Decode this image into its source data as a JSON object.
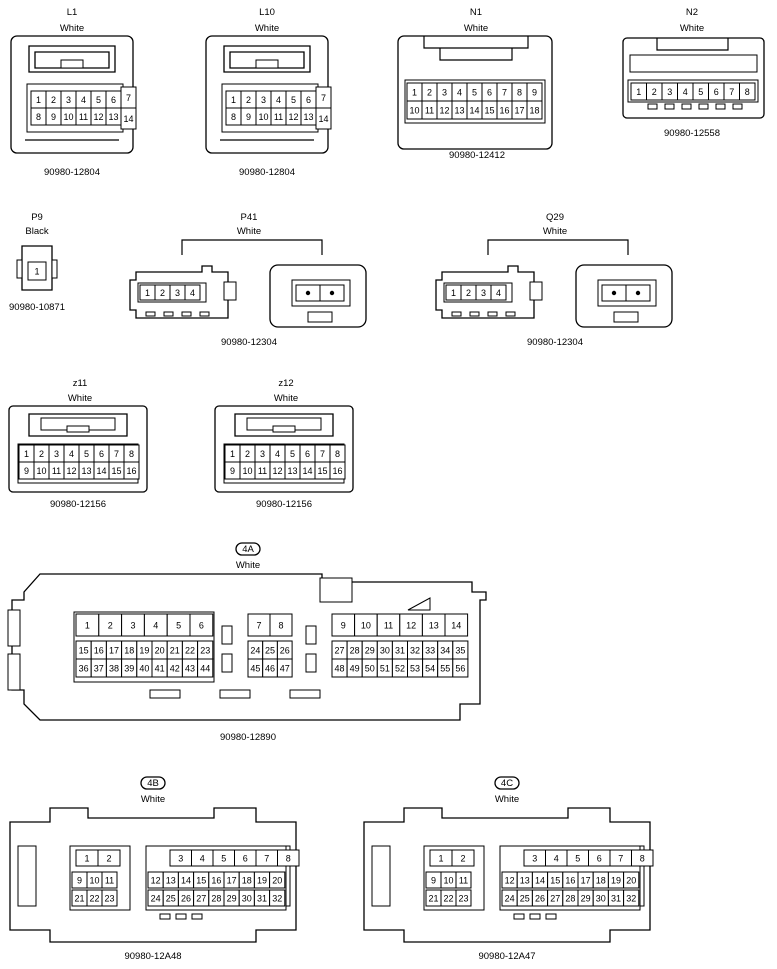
{
  "connectors": {
    "L1": {
      "name": "L1",
      "color": "White",
      "part": "90980-12804"
    },
    "L10": {
      "name": "L10",
      "color": "White",
      "part": "90980-12804"
    },
    "N1": {
      "name": "N1",
      "color": "White",
      "part": "90980-12412"
    },
    "N2": {
      "name": "N2",
      "color": "White",
      "part": "90980-12558"
    },
    "P9": {
      "name": "P9",
      "color": "Black",
      "part": "90980-10871"
    },
    "P41": {
      "name": "P41",
      "color": "White",
      "part": "90980-12304"
    },
    "Q29": {
      "name": "Q29",
      "color": "White",
      "part": "90980-12304"
    },
    "z11": {
      "name": "z11",
      "color": "White",
      "part": "90980-12156"
    },
    "z12": {
      "name": "z12",
      "color": "White",
      "part": "90980-12156"
    },
    "4A": {
      "name": "4A",
      "color": "White",
      "part": "90980-12890"
    },
    "4B": {
      "name": "4B",
      "color": "White",
      "part": "90980-12A48"
    },
    "4C": {
      "name": "4C",
      "color": "White",
      "part": "90980-12A47"
    }
  }
}
